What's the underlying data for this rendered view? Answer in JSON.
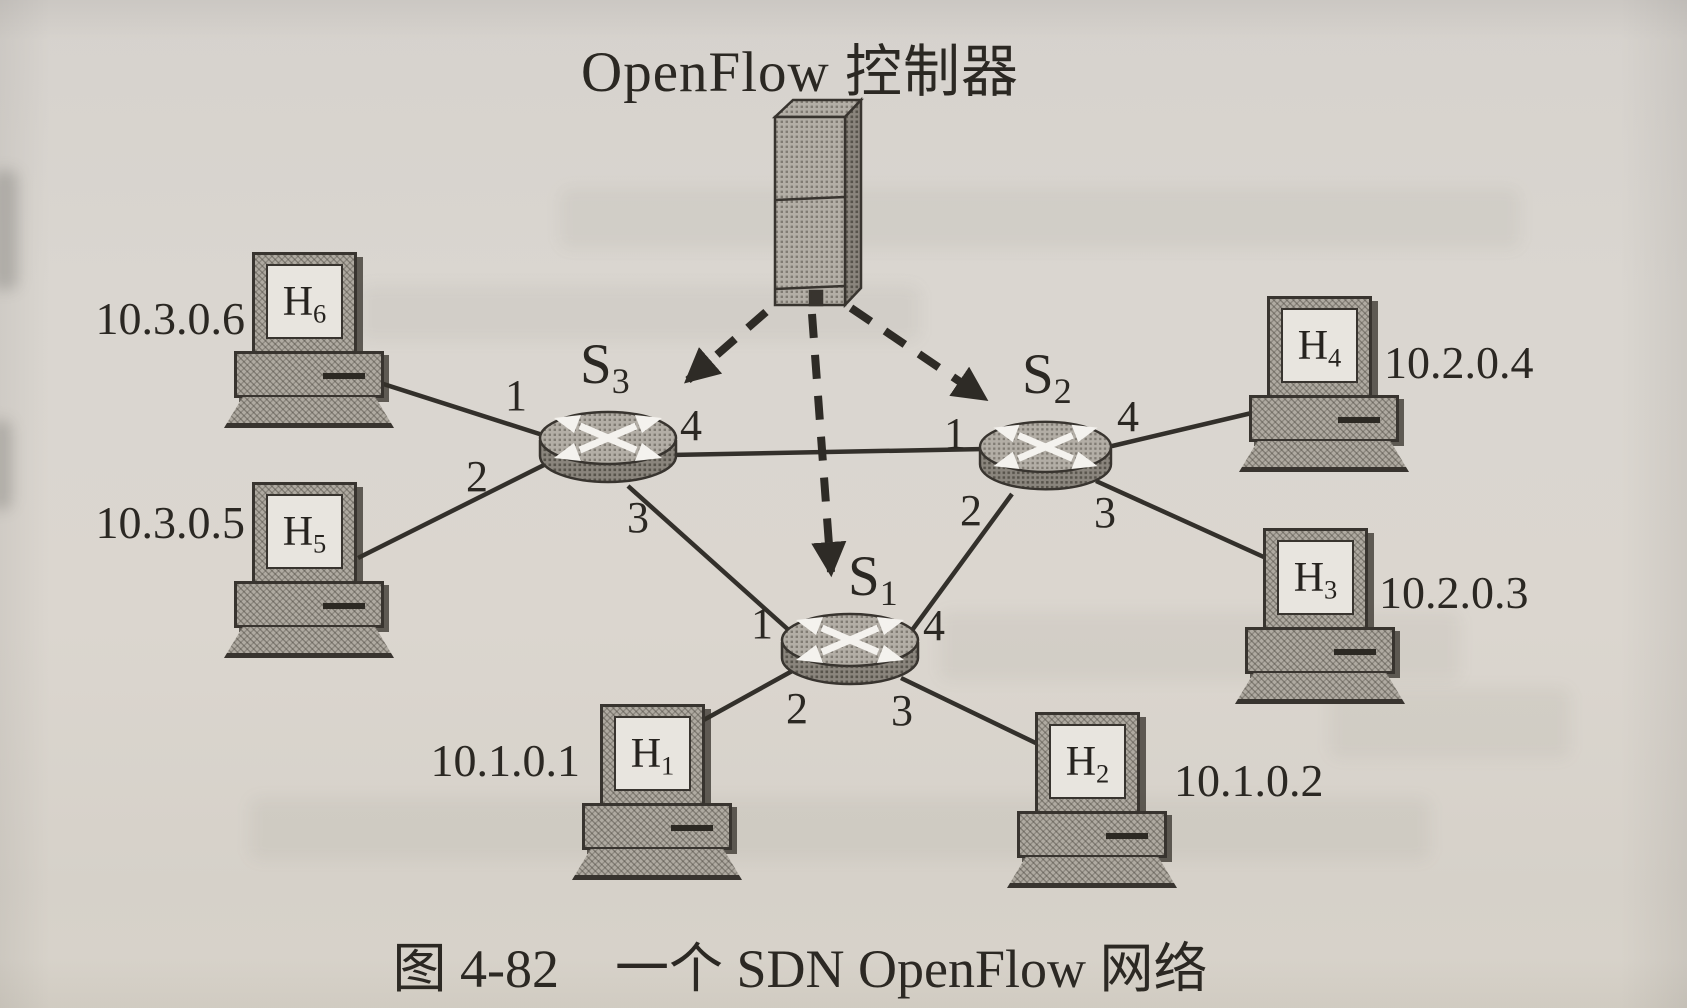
{
  "figure": {
    "caption_number": "图 4-82",
    "caption_text": "一个 SDN OpenFlow 网络"
  },
  "controller": {
    "label": "OpenFlow 控制器",
    "icon": "server-tower-icon"
  },
  "switches": [
    {
      "name": "S1",
      "base": "S",
      "sub": "1",
      "ports": [
        "1",
        "2",
        "3",
        "4"
      ]
    },
    {
      "name": "S2",
      "base": "S",
      "sub": "2",
      "ports": [
        "1",
        "2",
        "3",
        "4"
      ]
    },
    {
      "name": "S3",
      "base": "S",
      "sub": "3",
      "ports": [
        "1",
        "2",
        "3",
        "4"
      ]
    }
  ],
  "hosts": [
    {
      "name": "H1",
      "base": "H",
      "sub": "1",
      "ip": "10.1.0.1"
    },
    {
      "name": "H2",
      "base": "H",
      "sub": "2",
      "ip": "10.1.0.2"
    },
    {
      "name": "H3",
      "base": "H",
      "sub": "3",
      "ip": "10.2.0.3"
    },
    {
      "name": "H4",
      "base": "H",
      "sub": "4",
      "ip": "10.2.0.4"
    },
    {
      "name": "H5",
      "base": "H",
      "sub": "5",
      "ip": "10.3.0.5"
    },
    {
      "name": "H6",
      "base": "H",
      "sub": "6",
      "ip": "10.3.0.6"
    }
  ],
  "topology": {
    "control_links": [
      {
        "from": "OpenFlow controller",
        "to": "S3",
        "style": "dashed-arrow"
      },
      {
        "from": "OpenFlow controller",
        "to": "S1",
        "style": "dashed-arrow"
      },
      {
        "from": "OpenFlow controller",
        "to": "S2",
        "style": "dashed-arrow"
      }
    ],
    "data_links": [
      {
        "a": "S3",
        "a_port": "1",
        "b": "H6"
      },
      {
        "a": "S3",
        "a_port": "2",
        "b": "H5"
      },
      {
        "a": "S3",
        "a_port": "4",
        "b": "S2",
        "b_port": "1"
      },
      {
        "a": "S3",
        "a_port": "3",
        "b": "S1",
        "b_port": "1"
      },
      {
        "a": "S2",
        "a_port": "2",
        "b": "S1",
        "b_port": "4"
      },
      {
        "a": "S2",
        "a_port": "4",
        "b": "H4"
      },
      {
        "a": "S2",
        "a_port": "3",
        "b": "H3"
      },
      {
        "a": "S1",
        "a_port": "2",
        "b": "H1"
      },
      {
        "a": "S1",
        "a_port": "3",
        "b": "H2"
      }
    ]
  },
  "colors": {
    "paper": "#d9d5cf",
    "ink": "#2d2a25",
    "device_light": "#b3aea6",
    "device_dark": "#8a857d"
  }
}
